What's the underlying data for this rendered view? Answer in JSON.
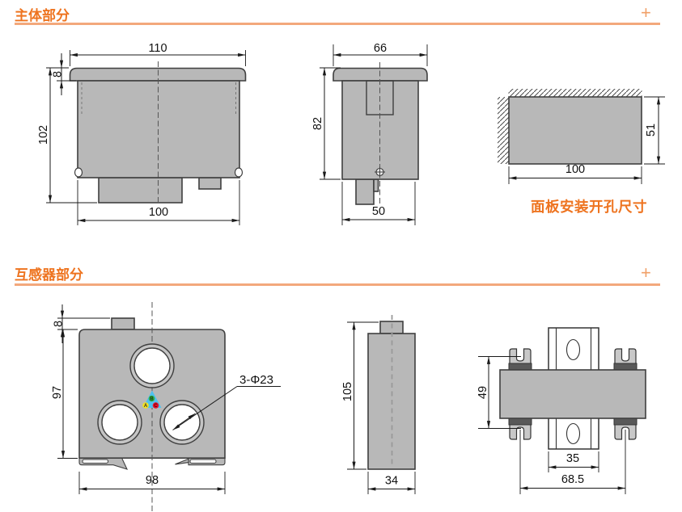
{
  "sections": [
    {
      "title": "主体部分",
      "plus": "+"
    },
    {
      "title": "互感器部分",
      "plus": "+"
    }
  ],
  "colors": {
    "accent_orange": "#ee7420",
    "rule_orange": "#f3a87c",
    "body_gray": "#b8b8b8",
    "phase_a_yellow": "#f5e21b",
    "phase_b_green": "#2fae4a",
    "phase_c_red": "#e8112d",
    "triangle_blue": "#4fc1ef"
  },
  "main_body": {
    "front": {
      "dim_top": "110",
      "dim_cap": "8",
      "dim_height": "102",
      "dim_bottom": "100"
    },
    "side": {
      "dim_top": "66",
      "dim_height": "82",
      "dim_bottom": "50"
    },
    "cutout": {
      "dim_width": "100",
      "dim_height": "51",
      "caption": "面板安装开孔尺寸"
    }
  },
  "transformer": {
    "front": {
      "dim_tab": "8",
      "dim_height": "97",
      "dim_width": "98",
      "hole_label": "3-Φ23",
      "phases": [
        "A",
        "B",
        "C"
      ]
    },
    "side": {
      "dim_height": "105",
      "dim_width": "34"
    },
    "top": {
      "dim_clip_span_v": "49",
      "dim_rail": "35",
      "dim_clip_span_h": "68.5"
    }
  }
}
